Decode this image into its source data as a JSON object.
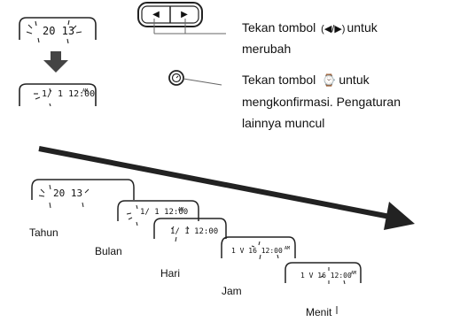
{
  "top_left_screen": {
    "text": "20 13"
  },
  "second_screen": {
    "text": "1/ 1 12:00",
    "ampm": "AM"
  },
  "buttons": {
    "left_glyph": "◀",
    "right_glyph": "▶"
  },
  "instructions": {
    "line1_prefix": "Tekan tombol",
    "line1_symbol": "(◀/▶)",
    "line1_suffix": "untuk",
    "line2": "merubah",
    "line3_prefix": "Tekan tombol",
    "line3_symbol": "⌚",
    "line3_suffix": "untuk",
    "line4": "mengkonfirmasi. Pengaturan",
    "line5": "lainnya muncul"
  },
  "sequence": [
    {
      "label": "Tahun",
      "lcd": "20 13",
      "ampm": ""
    },
    {
      "label": "Bulan",
      "lcd": "1/ 1 12:00",
      "ampm": "AM"
    },
    {
      "label": "Hari",
      "lcd": "1/ 1 12:00",
      "ampm": ""
    },
    {
      "label": "Jam",
      "lcd": "1 V 16 12:00",
      "ampm": "AM"
    },
    {
      "label": "Menit",
      "lcd": "1 V 16 12:00",
      "ampm": "AM"
    }
  ]
}
